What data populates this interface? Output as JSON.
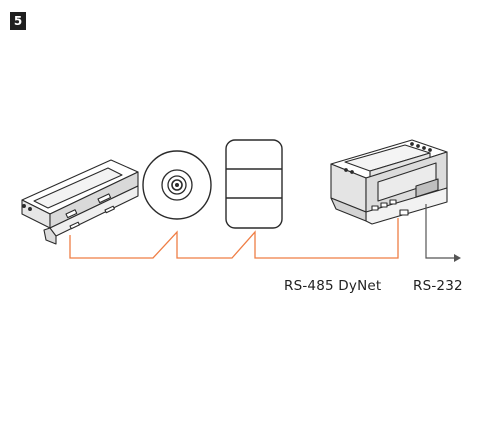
{
  "step": {
    "number": "5"
  },
  "devices": [
    {
      "name": "din-rail-module-left"
    },
    {
      "name": "round-sensor"
    },
    {
      "name": "three-button-keypad"
    },
    {
      "name": "din-rail-controller"
    }
  ],
  "labels": {
    "rs485": "RS-485 DyNet",
    "rs232": "RS-232"
  },
  "colors": {
    "cable": "#ef7e45",
    "outline": "#2b2b2b",
    "fill": "#ffffff",
    "shade": "#e9e9e9",
    "arrow": "#555555",
    "badge": "#1f1f1f"
  }
}
